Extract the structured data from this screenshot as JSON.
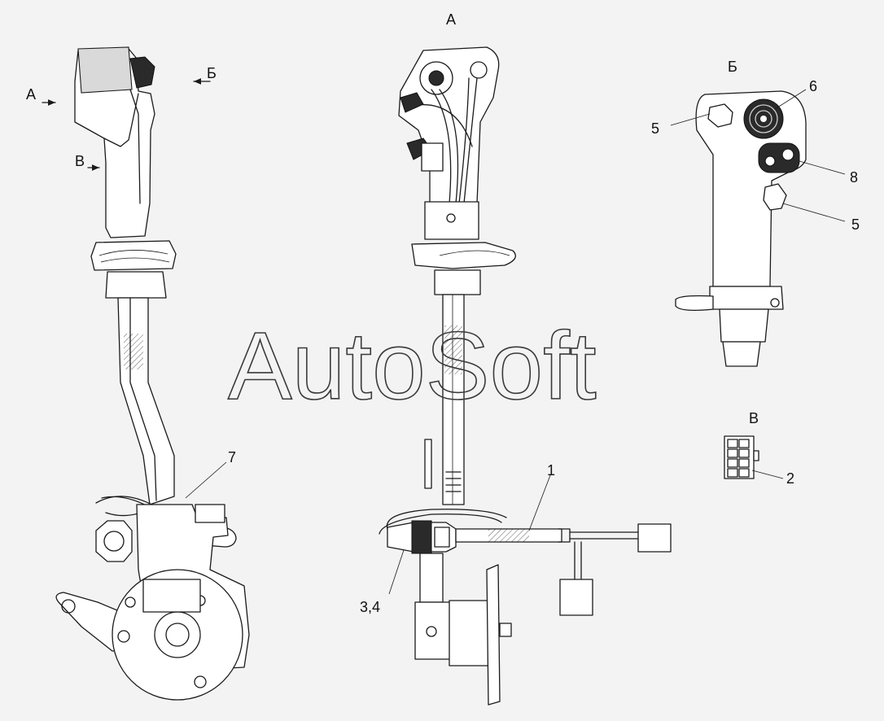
{
  "view_labels": {
    "a_top": "А",
    "a_side": "А",
    "b_side": "Б",
    "b_view": "Б",
    "v_side": "В",
    "v_view": "В"
  },
  "callouts": {
    "c1": "1",
    "c2": "2",
    "c34": "3,4",
    "c5a": "5",
    "c5b": "5",
    "c6": "6",
    "c7": "7",
    "c8": "8"
  },
  "watermark": "AutoSoft",
  "colors": {
    "line": "#1a1a1a",
    "background": "#f3f3f3",
    "fill": "#ffffff",
    "shade": "#d9d9d9"
  }
}
